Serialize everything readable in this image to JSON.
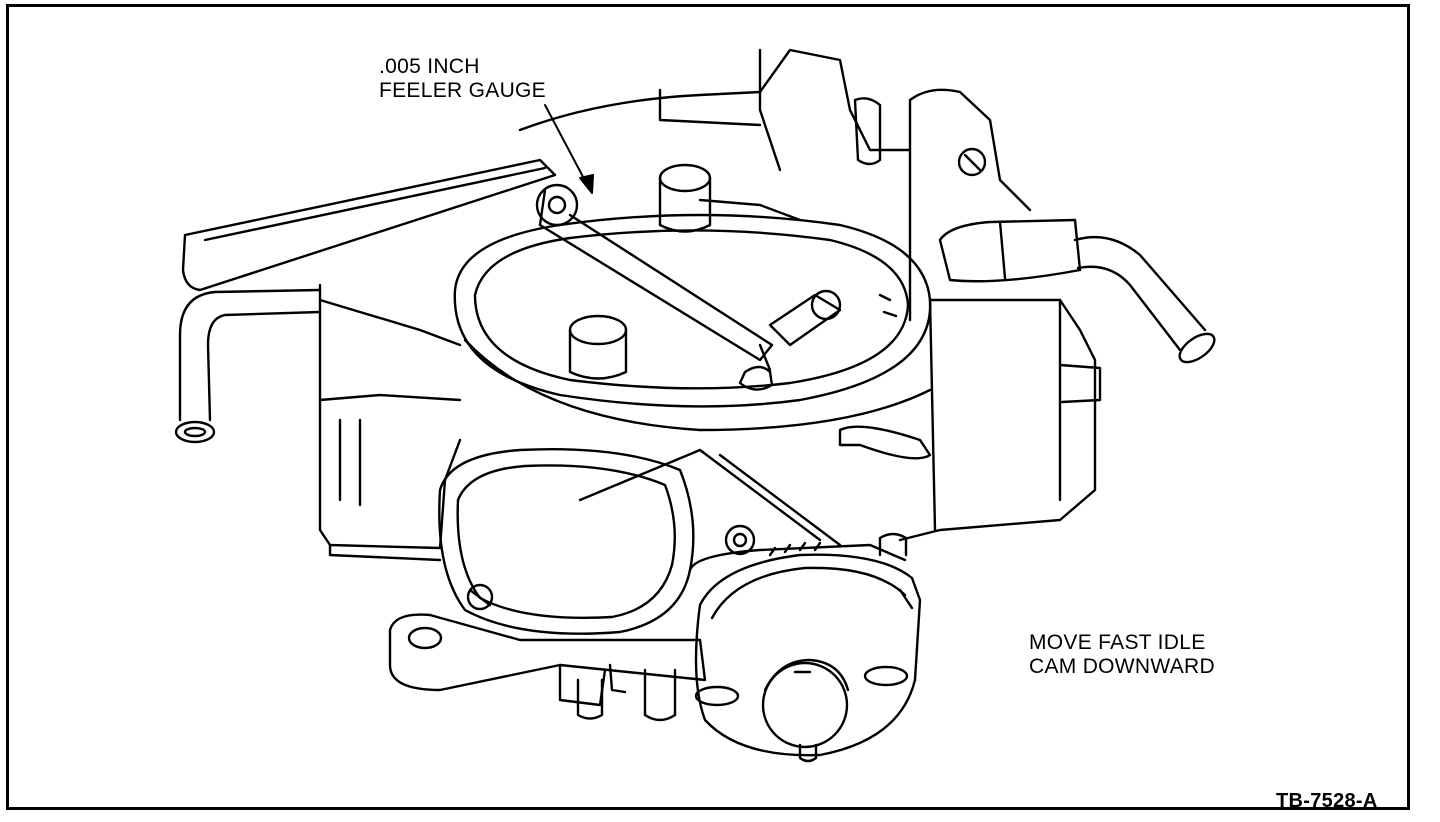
{
  "annotations": {
    "feeler_gauge_line1": ".005 INCH",
    "feeler_gauge_line2": "FEELER GAUGE",
    "fast_idle_line1": "MOVE FAST IDLE",
    "fast_idle_line2": "CAM DOWNWARD"
  },
  "figure_id": "TB-7528-A",
  "colors": {
    "ink": "#000000",
    "paper": "#ffffff"
  }
}
